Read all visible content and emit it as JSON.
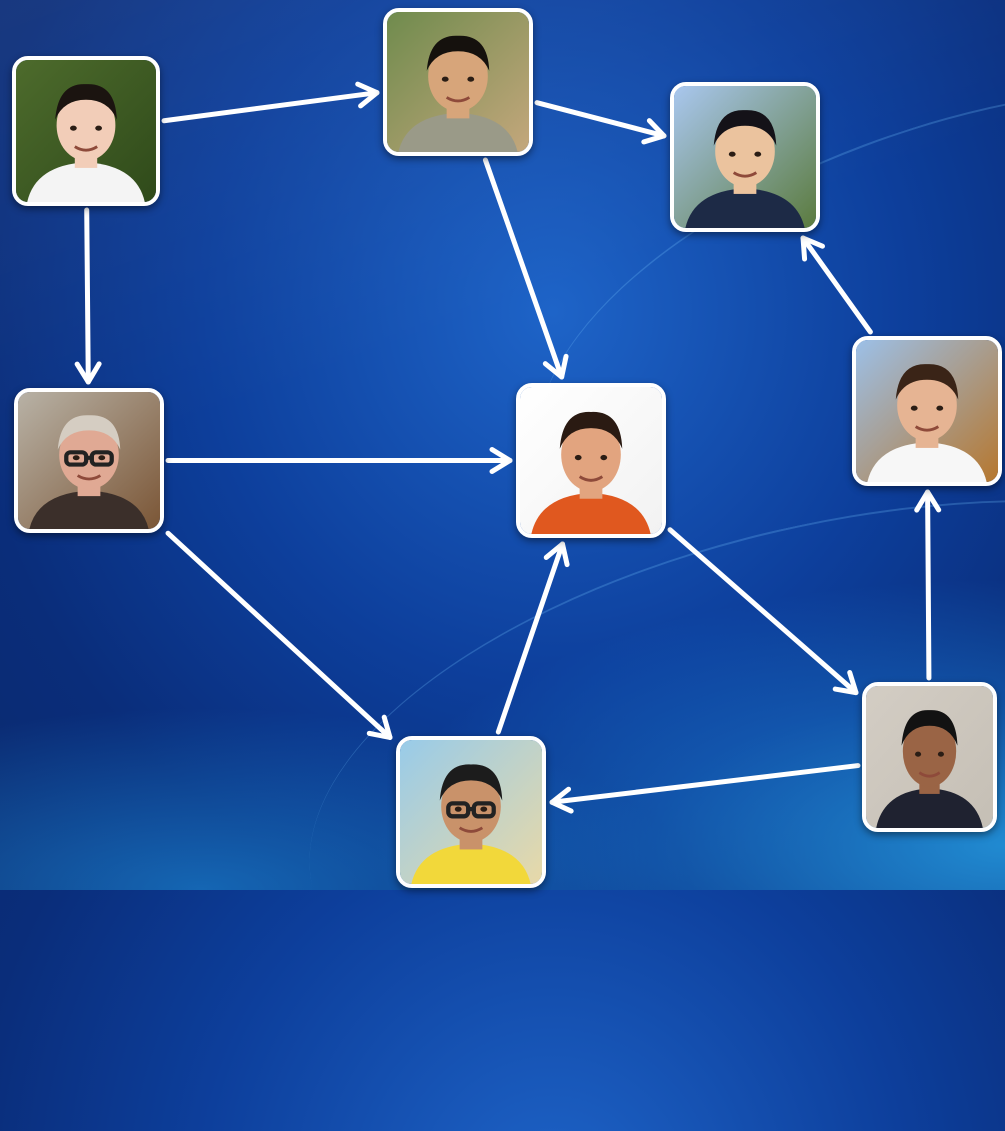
{
  "diagram": {
    "nodes": [
      {
        "id": "person-woman-top-left",
        "portrait": {
          "bg1": "#4d6b2c",
          "bg2": "#2f4a1a",
          "skin": "#f2cdb8",
          "hair": "#1b1410",
          "shirt": "#f4f4f4",
          "glasses": false
        }
      },
      {
        "id": "person-man-top-center",
        "portrait": {
          "bg1": "#6f8b4d",
          "bg2": "#c4a77c",
          "skin": "#d7a57a",
          "hair": "#15110d",
          "shirt": "#9a9a88",
          "glasses": false
        }
      },
      {
        "id": "person-young-man-top-right",
        "portrait": {
          "bg1": "#a9c7ef",
          "bg2": "#5b7b3e",
          "skin": "#ebc39e",
          "hair": "#141218",
          "shirt": "#1d2a46",
          "glasses": false
        }
      },
      {
        "id": "person-man-glasses-left",
        "portrait": {
          "bg1": "#b8b2a6",
          "bg2": "#7b5636",
          "skin": "#e0a994",
          "hair": "#d5cdc2",
          "shirt": "#3b2f2a",
          "glasses": true
        }
      },
      {
        "id": "person-man-center",
        "portrait": {
          "bg1": "#ffffff",
          "bg2": "#f2f2f2",
          "skin": "#e2a47f",
          "hair": "#2a1a12",
          "shirt": "#e0581f",
          "glasses": false
        }
      },
      {
        "id": "person-man-smiling-right",
        "portrait": {
          "bg1": "#9cc0e8",
          "bg2": "#b6772e",
          "skin": "#e6b493",
          "hair": "#3a2417",
          "shirt": "#f7f7f7",
          "glasses": false
        }
      },
      {
        "id": "person-man-sunglasses-bottom",
        "portrait": {
          "bg1": "#98cbe9",
          "bg2": "#e8d9a8",
          "skin": "#c9926a",
          "hair": "#1c1c1c",
          "shirt": "#f2d83a",
          "glasses": true
        }
      },
      {
        "id": "person-man-bottom-right",
        "portrait": {
          "bg1": "#d3cdc4",
          "bg2": "#c5bfb5",
          "skin": "#9a6445",
          "hair": "#121212",
          "shirt": "#1f2230",
          "glasses": false
        }
      }
    ],
    "edges": [
      {
        "from": "person-woman-top-left",
        "to": "person-man-top-center"
      },
      {
        "from": "person-woman-top-left",
        "to": "person-man-glasses-left"
      },
      {
        "from": "person-man-top-center",
        "to": "person-young-man-top-right"
      },
      {
        "from": "person-man-top-center",
        "to": "person-man-center"
      },
      {
        "from": "person-man-glasses-left",
        "to": "person-man-center"
      },
      {
        "from": "person-man-glasses-left",
        "to": "person-man-sunglasses-bottom"
      },
      {
        "from": "person-man-center",
        "to": "person-man-bottom-right"
      },
      {
        "from": "person-man-sunglasses-bottom",
        "to": "person-man-center"
      },
      {
        "from": "person-man-bottom-right",
        "to": "person-man-sunglasses-bottom"
      },
      {
        "from": "person-man-bottom-right",
        "to": "person-man-smiling-right"
      },
      {
        "from": "person-man-smiling-right",
        "to": "person-young-man-top-right"
      }
    ],
    "edge_color": "#ffffff",
    "node_border_color": "#ffffff"
  }
}
